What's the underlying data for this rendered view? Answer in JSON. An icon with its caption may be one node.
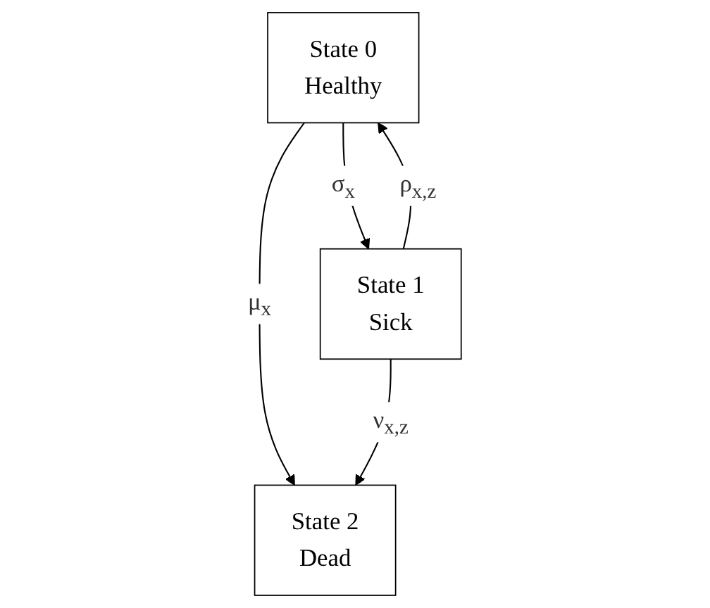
{
  "diagram": {
    "nodes": [
      {
        "text": [
          "State 0",
          "Healthy"
        ]
      },
      {
        "text": [
          "State 1",
          "Sick"
        ]
      },
      {
        "text": [
          "State 2",
          "Dead"
        ]
      }
    ],
    "edges": [
      {
        "from": 0,
        "to": 1,
        "arrow": "to",
        "label": "σ$_{x}$"
      },
      {
        "from": 1,
        "to": 0,
        "arrow": "to",
        "label": "ρ$_{x,z}$"
      },
      {
        "from": 0,
        "to": 2,
        "arrow": "to",
        "label": "μ$_{x}$"
      },
      {
        "from": 1,
        "to": 2,
        "arrow": "to",
        "label": "ν$_{x,z}$"
      }
    ]
  }
}
